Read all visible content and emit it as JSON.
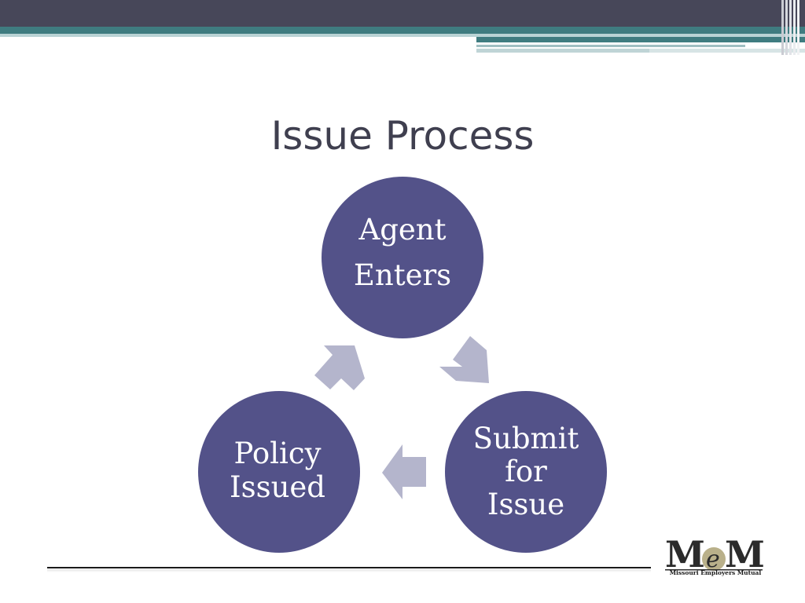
{
  "slide": {
    "title": "Issue Process"
  },
  "diagram": {
    "nodes": [
      {
        "id": "agent",
        "lines": [
          "Agent",
          "Enters"
        ]
      },
      {
        "id": "submit",
        "lines": [
          "Submit",
          "for",
          "Issue"
        ]
      },
      {
        "id": "policy",
        "lines": [
          "Policy",
          "Issued"
        ]
      }
    ],
    "colors": {
      "node_fill": "#535289",
      "arrow_fill": "#b4b5cc",
      "header_dark": "#474759",
      "header_teal": "#3f7c80"
    }
  },
  "logo": {
    "mark": "MeM",
    "name": "Missouri Employers Mutual"
  }
}
